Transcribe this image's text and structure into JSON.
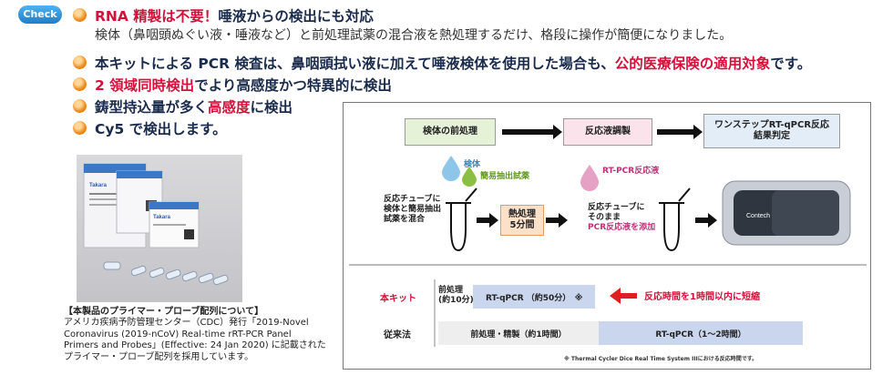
{
  "badge": "Check",
  "points": [
    {
      "red": "RNA 精製は不要！",
      "dark": "唾液からの検出にも対応",
      "sub": "検体（鼻咽頭ぬぐい液・唾液など）と前処理試薬の混合液を熱処理するだけ、格段に操作が簡便になりました。"
    },
    {
      "dark": "本キットによる PCR 検査は、鼻咽頭拭い液に加えて唾液検体を使用した場合も、",
      "red": "公的医療保険の適用対象",
      "tail": "です。"
    },
    {
      "red": "2 領域同時検出",
      "dark": "でより高感度かつ特異的に検出"
    },
    {
      "dark": "鋳型持込量が多く",
      "red": "高感度",
      "tail": "に検出"
    },
    {
      "dark": "Cy5 で検出します。"
    }
  ],
  "photo": {
    "kit_brand": "Takara",
    "machine_brand": "Contech"
  },
  "caption": {
    "heading": "【本製品のプライマー・プローブ配列について】",
    "body": "アメリカ疾病予防管理センター（CDC）発行「2019-Novel Coronavirus (2019-nCoV) Real-time rRT-PCR Panel Primers and Probes」(Effective: 24 Jan 2020) に記載されたプライマー・プローブ配列を採用しています。"
  },
  "diagram": {
    "steps": [
      "検体の前処理",
      "反応液調製",
      "ワンステップRT-qPCR反応\n結果判定"
    ],
    "drops": {
      "specimen": "検体",
      "reagent": "簡易抽出試薬",
      "rt_pcr": "RT-PCR反応液"
    },
    "tube_label_1": "反応チューブに\n検体と簡易抽出\n試薬を混合",
    "heat_box": "熱処理\n5分間",
    "tube_label_2_a": "反応チューブに\nそのまま",
    "tube_label_2_b": "PCR反応液を添加",
    "timeline": {
      "kit_label": "本キット",
      "kit_pre": "前処理\n(約10分)",
      "kit_rt": "RT-qPCR （約50分）　※",
      "kit_note": "反応時間を1時間以内に短縮",
      "conv_label": "従来法",
      "conv_pre": "前処理・精製（約1時間）",
      "conv_rt": "RT-qPCR（1〜2時間）",
      "footnote": "※ Thermal Cycler Dice Real Time System IIIにおける反応時間です。"
    }
  },
  "colors": {
    "red": "#d6103a",
    "navy": "#1a2b4c",
    "green_box": "#e6f2d8",
    "pink_box": "#fbe3ec",
    "blue_box": "#e3edf8",
    "bar_blue": "#c9d6ee"
  }
}
